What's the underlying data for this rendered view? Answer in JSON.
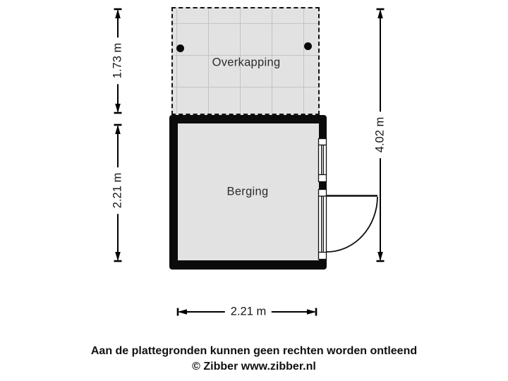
{
  "plan": {
    "rooms": [
      {
        "name": "Overkapping"
      },
      {
        "name": "Berging"
      }
    ],
    "dimensions": {
      "overkapping_height": "1.73 m",
      "berging_height": "2.21 m",
      "total_height": "4.02 m",
      "width": "2.21 m"
    },
    "features": {
      "posts": 2,
      "window": "window-right-wall",
      "door": "glazed-door-right-wall-swing-out"
    },
    "colors": {
      "floor": "#e2e2e2",
      "grid_line": "#c3c3c3",
      "wall": "#0b0b0b",
      "line": "#000000",
      "label_bg": "#ffffff",
      "text": "#141414"
    }
  },
  "footer": {
    "disclaimer": "Aan de plattegronden kunnen geen rechten worden ontleend",
    "copyright": "© Zibber www.zibber.nl"
  }
}
